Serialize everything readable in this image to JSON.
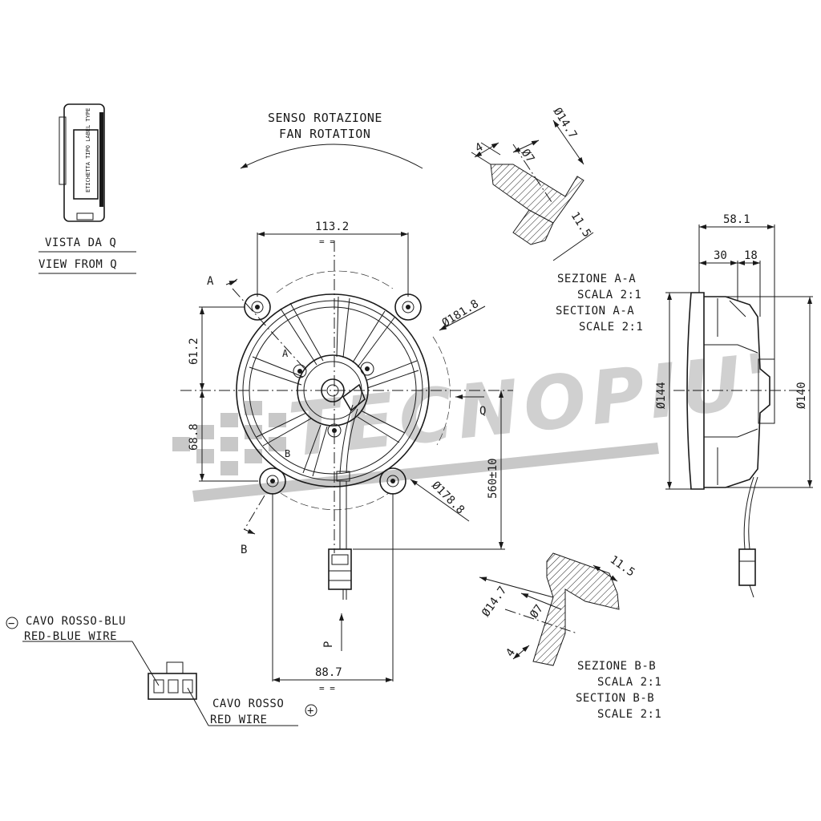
{
  "rotation": {
    "line1": "SENSO ROTAZIONE",
    "line2": "FAN ROTATION"
  },
  "view_q": {
    "line1": "VISTA DA Q",
    "line2": "VIEW FROM Q",
    "label_text": "ETICHETTA TIPO LABEL TYPE"
  },
  "section_aa": {
    "line1": "SEZIONE A-A",
    "line2": "SCALA 2:1",
    "line3": "SECTION A-A",
    "line4": "SCALE 2:1",
    "dim_outer": "Ø14.7",
    "dim_inner": "Ø7",
    "dim_thick": "4",
    "dim_height": "11.5"
  },
  "section_bb": {
    "line1": "SEZIONE B-B",
    "line2": "SCALA 2:1",
    "line3": "SECTION B-B",
    "line4": "SCALE 2:1",
    "dim_outer": "Ø14.7",
    "dim_inner": "Ø7",
    "dim_thick": "4",
    "dim_height": "11.5"
  },
  "front_view": {
    "dim_top": "113.2",
    "dim_bottom": "88.7",
    "sym_eq": "= =",
    "dim_upper": "61.2",
    "dim_lower": "68.8",
    "dim_d181": "Ø181.8",
    "dim_d178": "Ø178.8",
    "dim_cable": "560±10",
    "marker_a": "A",
    "marker_b": "B",
    "marker_q": "Q",
    "marker_p": "P"
  },
  "side_view": {
    "dim_total": "58.1",
    "dim_30": "30",
    "dim_18": "18",
    "dim_d144": "Ø144",
    "dim_d140": "Ø140"
  },
  "connector": {
    "neg_symbol": "−",
    "neg_line1": "CAVO ROSSO-BLU",
    "neg_line2": "RED-BLUE WIRE",
    "pos_symbol": "+",
    "pos_line1": "CAVO ROSSO",
    "pos_line2": "RED WIRE"
  },
  "watermark": {
    "text": "TECNOPIU'"
  }
}
